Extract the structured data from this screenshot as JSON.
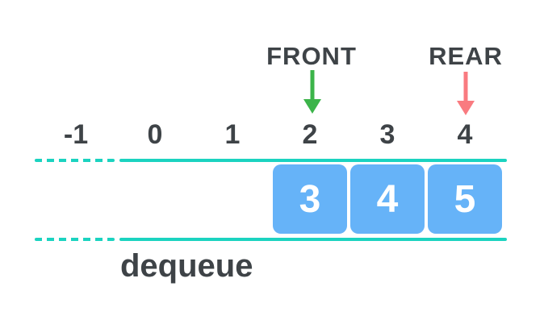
{
  "pointers": {
    "front": {
      "label": "FRONT",
      "index_pointed": "2",
      "arrow_color": "#3cb44a"
    },
    "rear": {
      "label": "REAR",
      "index_pointed": "4",
      "arrow_color": "#f97b80"
    }
  },
  "axis": {
    "indices": [
      "-1",
      "0",
      "1",
      "2",
      "3",
      "4"
    ]
  },
  "queue": {
    "items": [
      "3",
      "4",
      "5"
    ],
    "box_color": "#66b3f8",
    "value_text_color": "#ffffff"
  },
  "operation_label": "dequeue",
  "colors": {
    "track": "#1bd3c0",
    "text": "#3e4347",
    "background": "#ffffff"
  }
}
